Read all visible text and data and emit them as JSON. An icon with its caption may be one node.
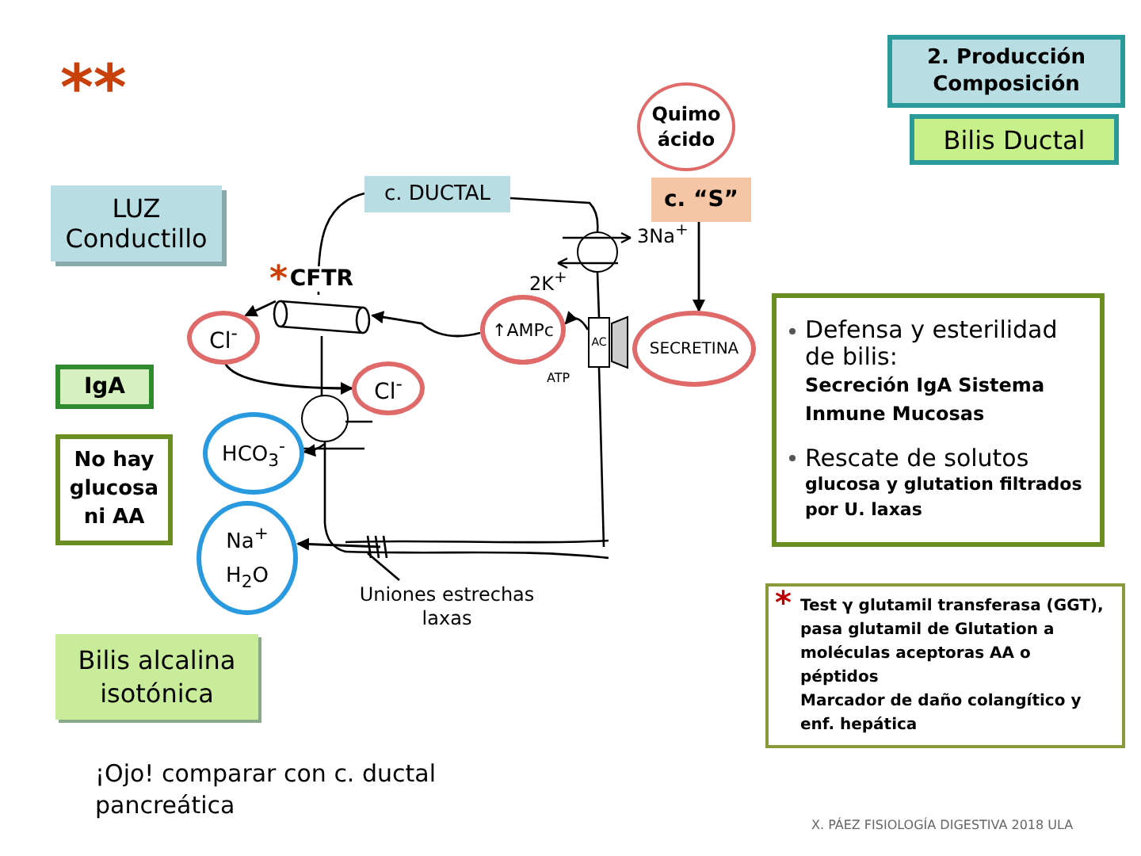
{
  "diagram": {
    "nodes": [
      {
        "text": [
          "2. Producción Composición"
        ]
      },
      {
        "text": [
          "Bilis Ductal"
        ]
      },
      {
        "text": [
          "Quimo ácido"
        ]
      },
      {
        "text": [
          "LUZ Conductillo"
        ]
      },
      {
        "text": [
          "c. DUCTAL"
        ]
      },
      {
        "text": [
          "c. “S”"
        ]
      },
      {
        "text": [
          "CFTR"
        ]
      },
      {
        "text": [
          "Cl$^{-}$"
        ]
      },
      {
        "text": [
          "↑AMPc"
        ]
      },
      {
        "text": [
          "Cl$^{-}$"
        ]
      },
      {
        "text": [],
        "shape": "circle"
      },
      {
        "text": [
          "HCO$_{3}$$^{-}$"
        ]
      },
      {
        "text": [
          "Na$^{+}$",
          "H$_{2}$O"
        ]
      },
      {
        "text": [],
        "shape": "circle"
      },
      {
        "text": [
          "AC"
        ]
      },
      {
        "text": [
          "SECRETINA"
        ]
      },
      {
        "text": [
          "IgA"
        ]
      },
      {
        "text": [
          "No hay glucosa ni AA"
        ]
      },
      {
        "text": [
          "Uniones estrechas laxas"
        ]
      },
      {
        "text": [
          "Bilis alcalina isotónica"
        ]
      },
      {
        "text": [
          "Defensa y esterilidad de bilis:",
          "Secreción IgA Sistema Inmune Mucosas",
          "Rescate de solutos",
          "glucosa y glutation filtrados por U. laxas"
        ]
      },
      {
        "text": [
          "Test γ glutamil transferasa (GGT), pasa glutamil de Glutation a moléculas aceptoras AA o péptidos",
          "Marcador de daño colangítico y enf. hepática"
        ]
      }
    ],
    "edges": [
      {
        "from": 5,
        "to": 15,
        "arrow": "to"
      },
      {
        "from": 14,
        "to": 8,
        "arrow": "to"
      },
      {
        "from": 8,
        "to": 6,
        "arrow": "to"
      },
      {
        "from": 6,
        "to": 7,
        "arrow": "to"
      },
      {
        "from": 7,
        "to": 9,
        "arrow": "to"
      },
      {
        "from": 10,
        "to": 11,
        "arrow": "to"
      },
      {
        "from": null,
        "to": 12,
        "arrow": "to"
      },
      {
        "from": 18,
        "to": null,
        "arrow": "none"
      }
    ],
    "labels": [
      "**",
      "*",
      "3Na$^{+}$",
      "2K$^{+}$",
      "ATP",
      "*",
      "¡Ojo! comparar con c. ductal pancreática",
      "X. PÁEZ FISIOLOGÍA DIGESTIVA 2018 ULA"
    ]
  }
}
